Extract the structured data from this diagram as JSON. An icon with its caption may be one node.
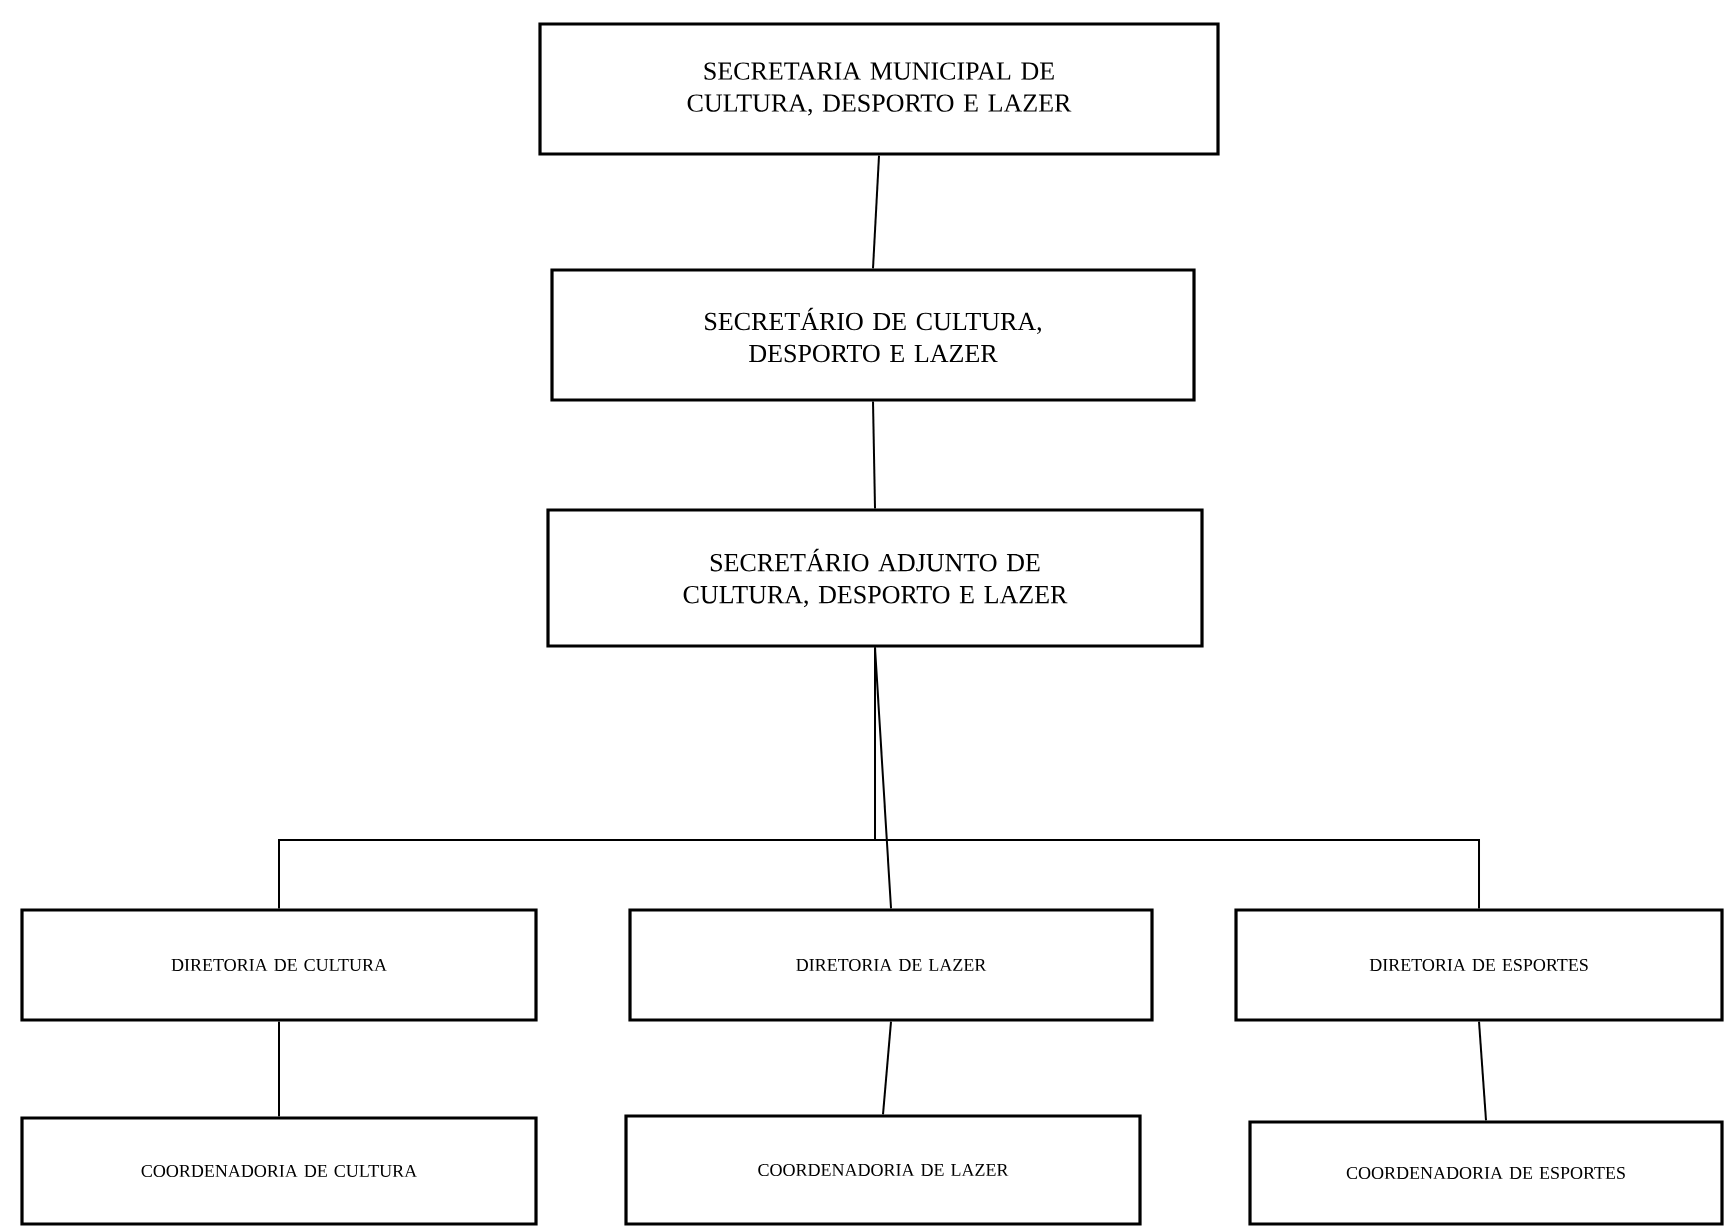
{
  "diagram": {
    "nodes": [
      {
        "text": [
          "SECRETARIA MUNICIPAL DE CULTURA, DESPORTO E LAZER"
        ]
      },
      {
        "text": [
          "SECRETÁRIO DE CULTURA, DESPORTO E LAZER"
        ]
      },
      {
        "text": [
          "SECRETÁRIO ADJUNTO DE CULTURA, DESPORTO E LAZER"
        ]
      },
      {
        "text": [
          "DIRETORIA DE CULTURA"
        ]
      },
      {
        "text": [
          "DIRETORIA DE LAZER"
        ]
      },
      {
        "text": [
          "DIRETORIA DE ESPORTES"
        ]
      },
      {
        "text": [
          "COORDENADORIA DE CULTURA"
        ]
      },
      {
        "text": [
          "COORDENADORIA DE LAZER"
        ]
      },
      {
        "text": [
          "COORDENADORIA DE ESPORTES"
        ]
      }
    ],
    "edges": [
      {
        "from": 0,
        "to": 1,
        "arrow": "none"
      },
      {
        "from": 1,
        "to": 2,
        "arrow": "none"
      },
      {
        "from": 2,
        "to": 3,
        "arrow": "none"
      },
      {
        "from": 2,
        "to": 4,
        "arrow": "none"
      },
      {
        "from": 2,
        "to": 5,
        "arrow": "none"
      },
      {
        "from": 3,
        "to": 6,
        "arrow": "none"
      },
      {
        "from": 4,
        "to": 7,
        "arrow": "none"
      },
      {
        "from": 5,
        "to": 8,
        "arrow": "none"
      }
    ]
  }
}
